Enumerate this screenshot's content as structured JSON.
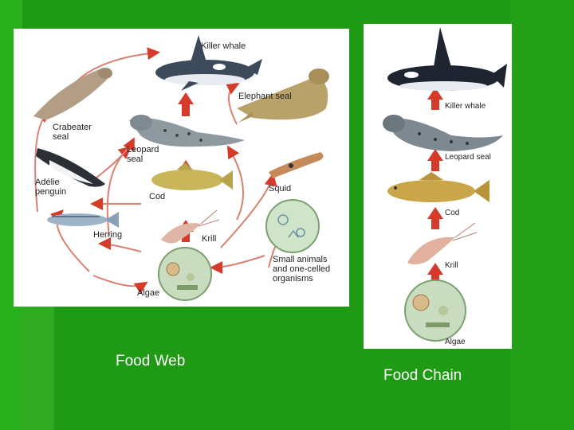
{
  "colors": {
    "background": "#1f9a14",
    "stripe": "#3cbe2a",
    "arrow": "#d63a2a",
    "panel": "#ffffff"
  },
  "food_web": {
    "caption": "Food Web",
    "labels": {
      "killer_whale": "Killer whale",
      "elephant_seal": "Elephant seal",
      "crabeater_seal_1": "Crabeater",
      "crabeater_seal_2": "seal",
      "leopard_seal_1": "Leopard",
      "leopard_seal_2": "seal",
      "adelie_penguin_1": "Adélie",
      "adelie_penguin_2": "penguin",
      "cod": "Cod",
      "squid": "Squid",
      "herring": "Herring",
      "krill": "Krill",
      "small_animals_1": "Small animals",
      "small_animals_2": "and one-celled",
      "small_animals_3": "organisms",
      "algae": "Algae"
    }
  },
  "food_chain": {
    "caption": "Food Chain",
    "labels": {
      "killer_whale": "Killer whale",
      "leopard_seal": "Leopard seal",
      "cod": "Cod",
      "krill": "Krill",
      "algae": "Algae"
    }
  }
}
